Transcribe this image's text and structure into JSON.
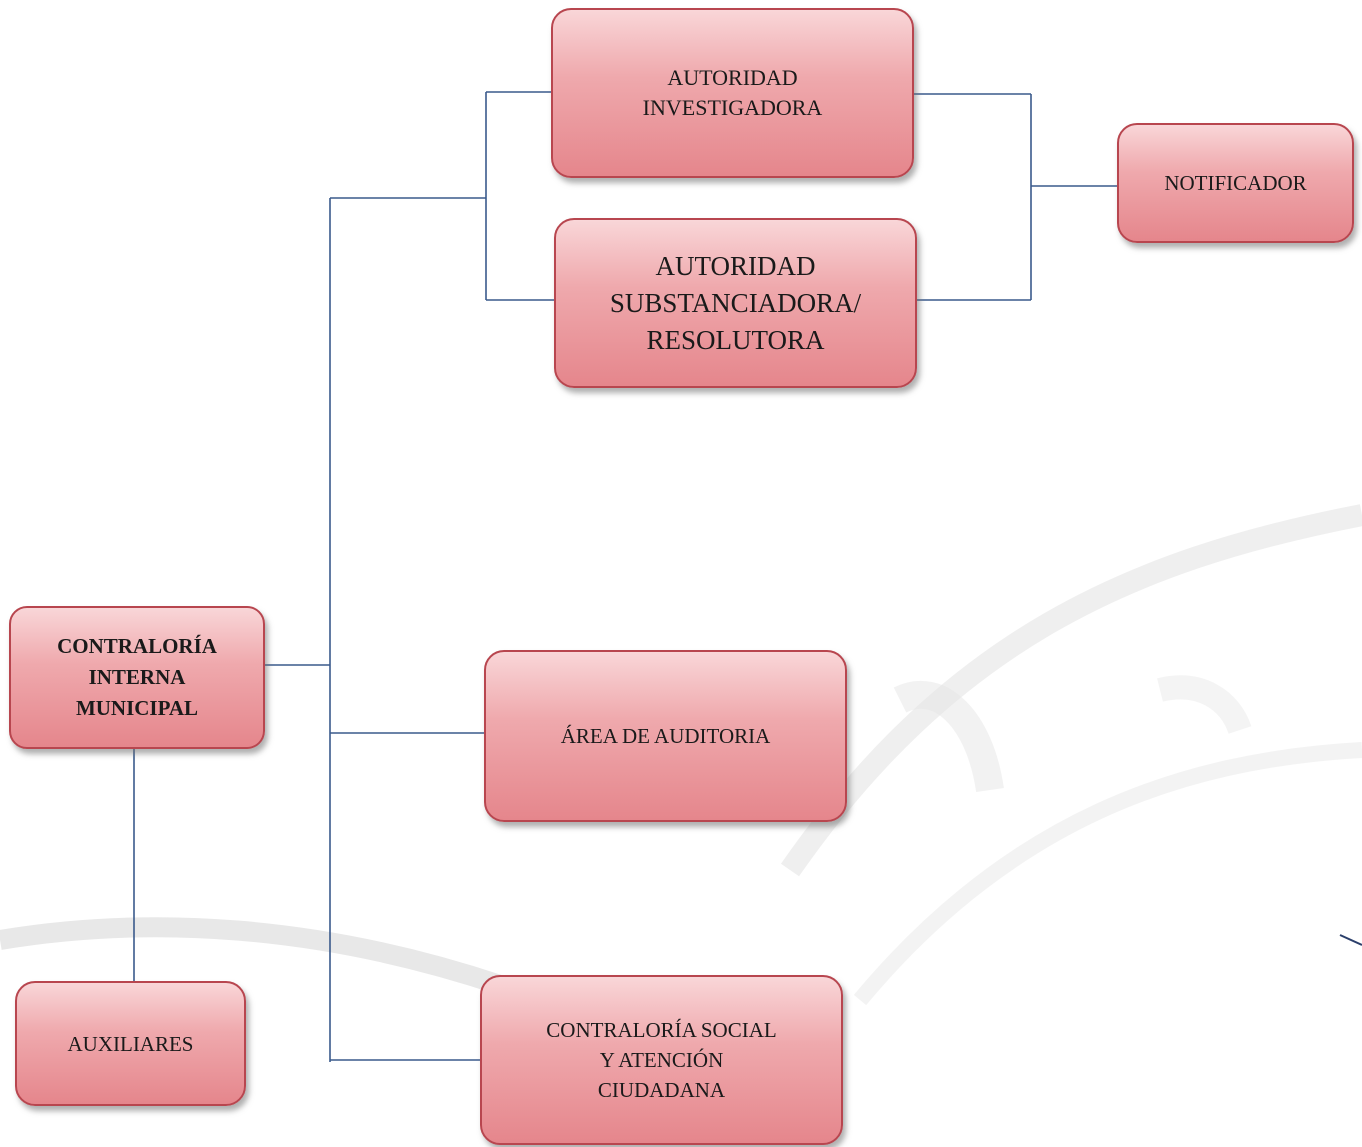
{
  "org_chart": {
    "nodes": {
      "contraloria_interna": "CONTRALORÍA\nINTERNA\nMUNICIPAL",
      "autoridad_investigadora": "AUTORIDAD\nINVESTIGADORA",
      "autoridad_substanciadora": "AUTORIDAD\nSUBSTANCIADORA/\nRESOLUTORA",
      "notificador": "NOTIFICADOR",
      "area_auditoria": "ÁREA  DE AUDITORIA",
      "contraloria_social": "CONTRALORÍA  SOCIAL\nY ATENCIÓN\nCIUDADANA",
      "auxiliares": "AUXILIARES"
    },
    "relationships": [
      {
        "from": "contraloria_interna",
        "to": "autoridad_investigadora"
      },
      {
        "from": "contraloria_interna",
        "to": "autoridad_substanciadora"
      },
      {
        "from": "contraloria_interna",
        "to": "area_auditoria"
      },
      {
        "from": "contraloria_interna",
        "to": "contraloria_social"
      },
      {
        "from": "contraloria_interna",
        "to": "auxiliares"
      },
      {
        "from": "autoridad_investigadora",
        "to": "notificador"
      },
      {
        "from": "autoridad_substanciadora",
        "to": "notificador"
      }
    ],
    "colors": {
      "box_fill_top": "#f9d6d8",
      "box_fill_bottom": "#e5868c",
      "box_border": "#b8464f",
      "connector_line": "#3a5a8c"
    }
  }
}
